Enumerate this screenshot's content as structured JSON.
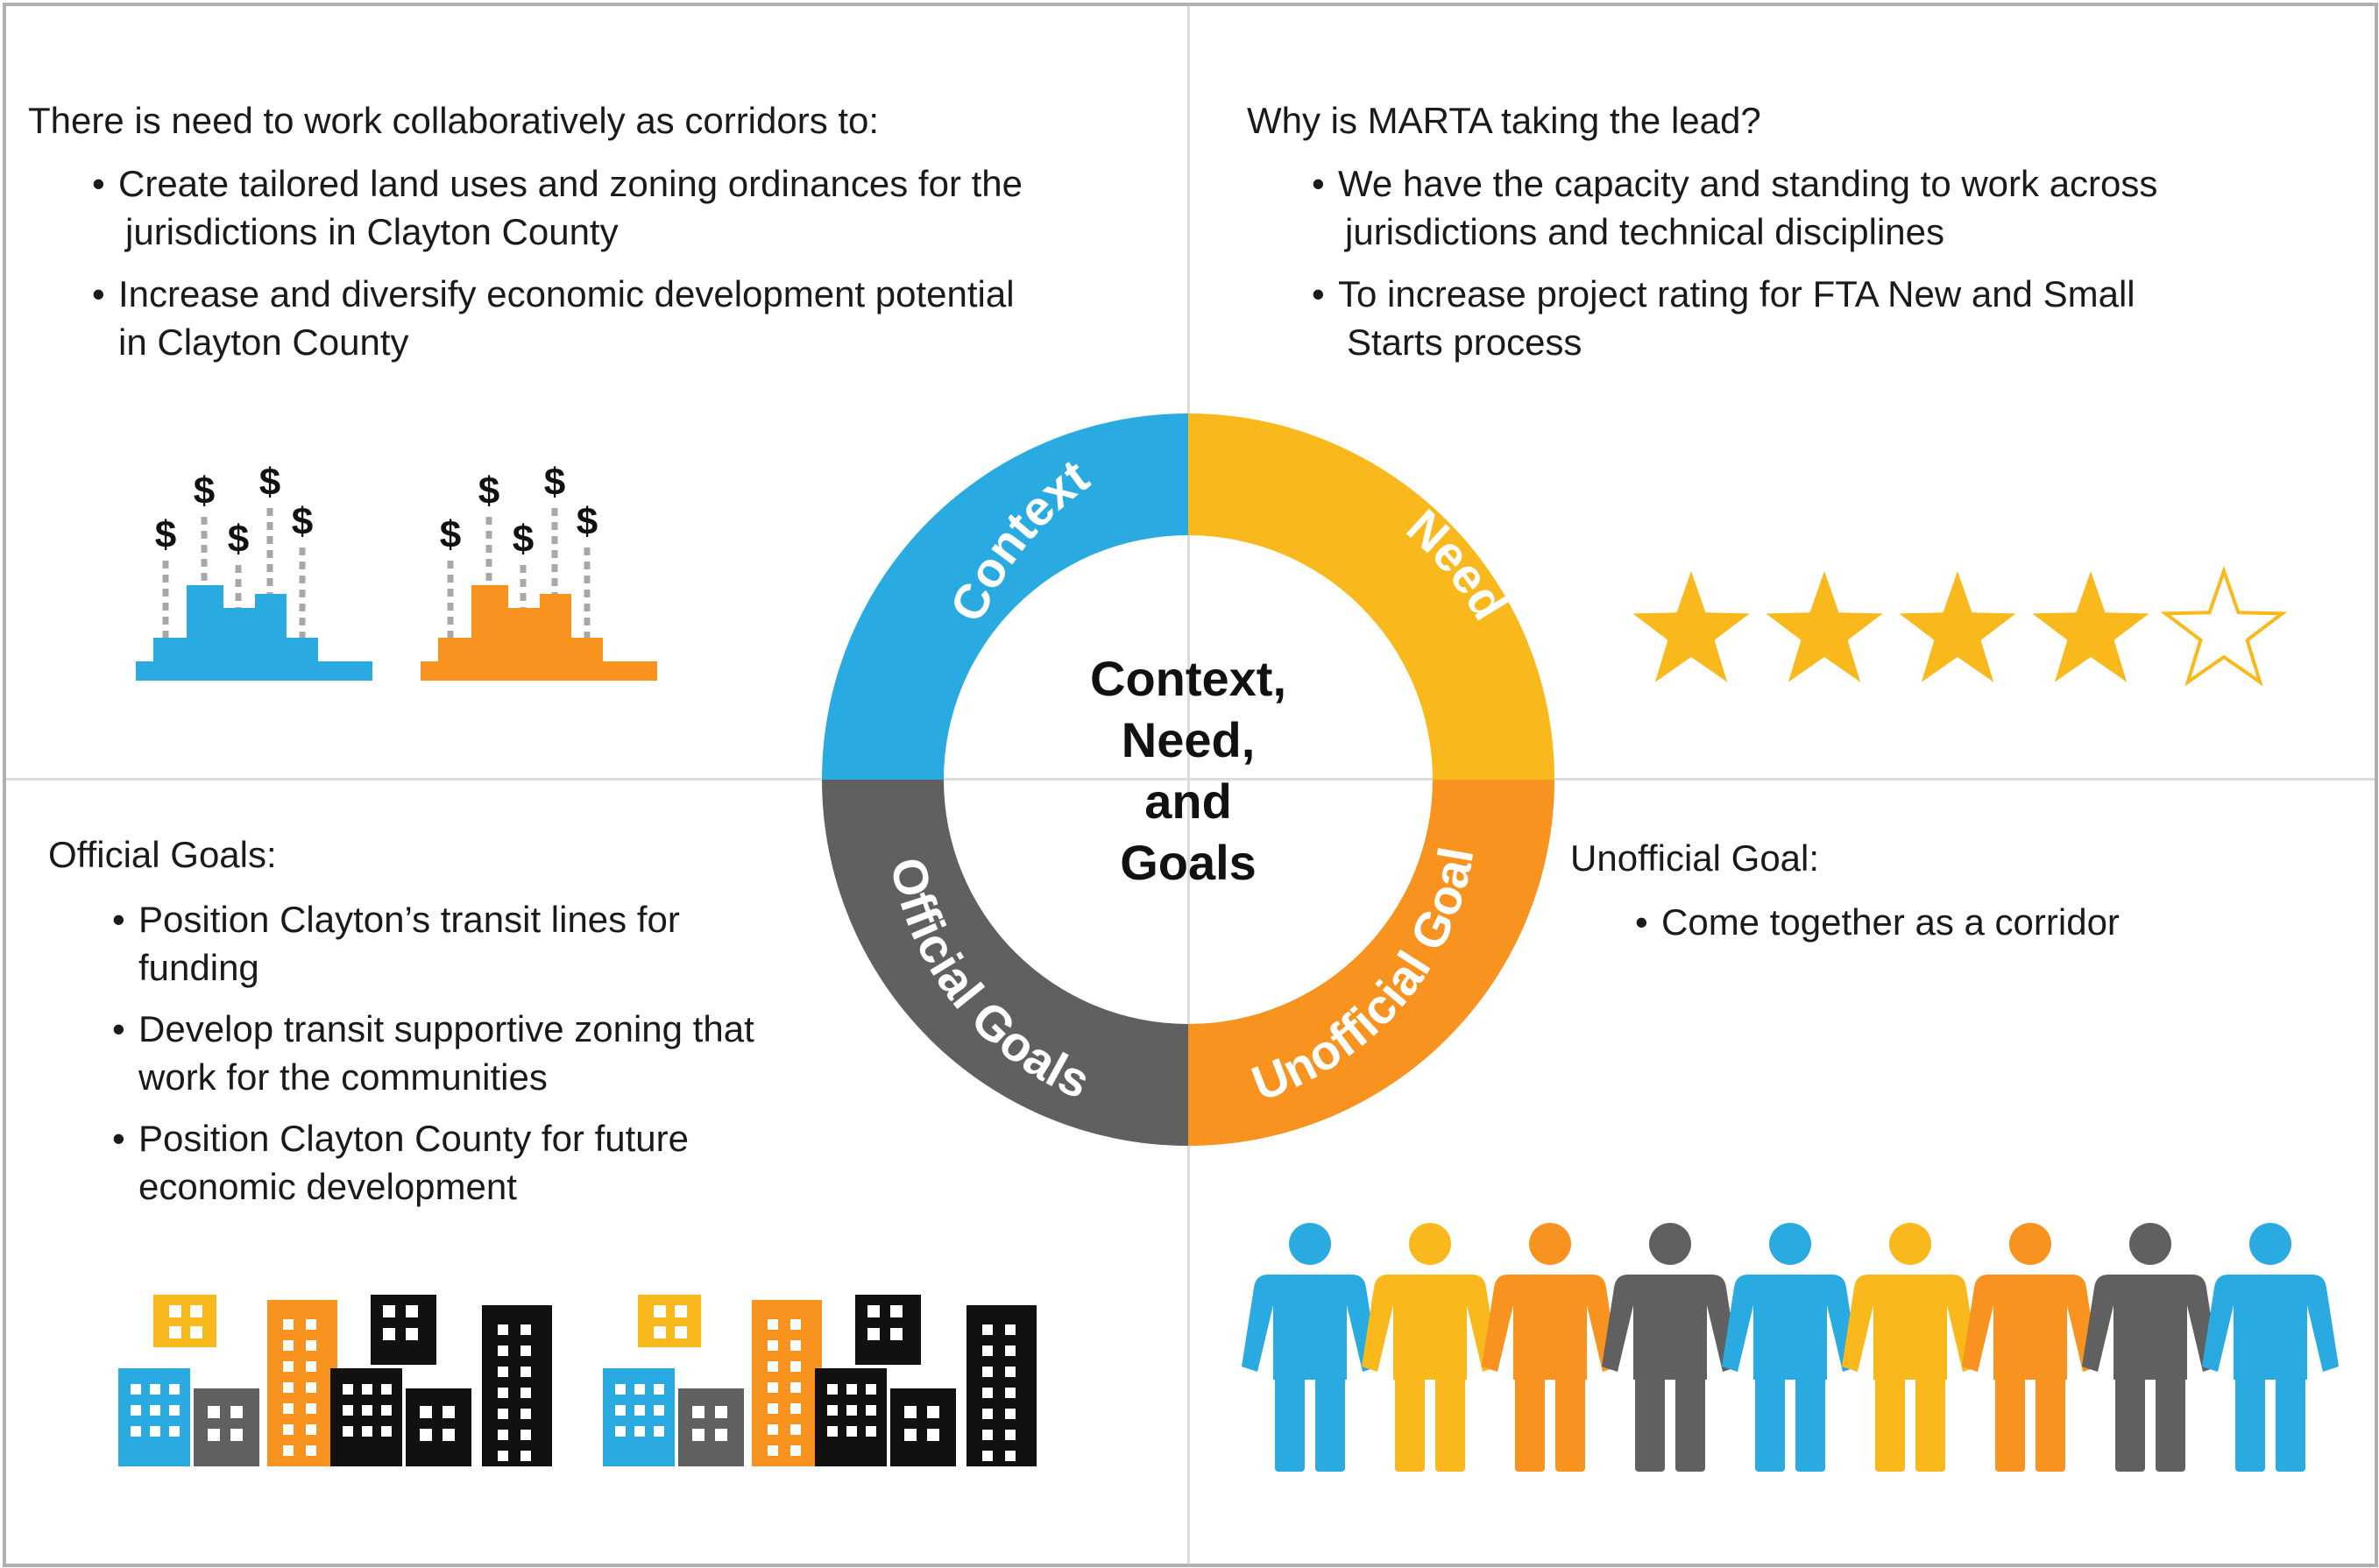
{
  "quadrants": {
    "context": {
      "heading": "There is need to work collaboratively as corridors to:",
      "bullets": [
        {
          "line1": "Create tailored land uses and zoning ordinances for the",
          "line2": "jurisdictions in Clayton County"
        },
        {
          "line1": "Increase and diversify economic development potential",
          "line2": "in Clayton County"
        }
      ]
    },
    "need": {
      "heading": "Why is MARTA taking the lead?",
      "bullets": [
        {
          "line1": "We have the capacity and standing to work across",
          "line2": "jurisdictions and technical disciplines"
        },
        {
          "line1": "To increase project rating for FTA New and Small",
          "line2": "Starts process"
        }
      ],
      "rating": {
        "filled": 4,
        "total": 5
      }
    },
    "official": {
      "heading": "Official Goals:",
      "bullets": [
        {
          "line1": "Position Clayton’s transit lines for",
          "line2": "funding"
        },
        {
          "line1": "Develop transit supportive zoning that",
          "line2": "work for the communities"
        },
        {
          "line1": "Position Clayton County for future",
          "line2": "economic development"
        }
      ]
    },
    "unofficial": {
      "heading": "Unofficial Goal:",
      "bullets": [
        {
          "line1": "Come together as a corridor"
        }
      ]
    }
  },
  "ring": {
    "center_lines": [
      "Context,",
      "Need,",
      "and",
      "Goals"
    ],
    "segments": [
      {
        "label": "Context",
        "color": "#29abe2"
      },
      {
        "label": "Need",
        "color": "#f9b81b"
      },
      {
        "label": "Unofficial Goal",
        "color": "#f7931e"
      },
      {
        "label": "Official Goals",
        "color": "#606060"
      }
    ]
  },
  "icons": {
    "money_charts": [
      "dollar-bar-chart-icon",
      "dollar-bar-chart-icon"
    ],
    "dollar_sign": "$",
    "people_colors": [
      "#29abe2",
      "#f9b81b",
      "#f7931e",
      "#606060",
      "#29abe2",
      "#f9b81b",
      "#f7931e",
      "#606060",
      "#29abe2"
    ],
    "star_color": "#f9b81b"
  }
}
